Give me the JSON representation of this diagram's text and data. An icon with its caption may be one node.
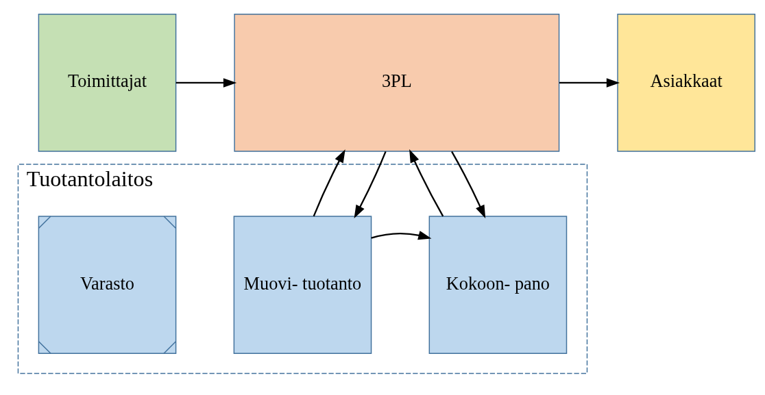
{
  "diagram": {
    "nodes": [
      {
        "text": [
          "Toimittajat"
        ]
      },
      {
        "text": [
          "3PL"
        ]
      },
      {
        "text": [
          "Asiakkaat"
        ]
      },
      {
        "text": [
          "Tuotantolaitos"
        ]
      },
      {
        "text": [
          "Varasto"
        ],
        "in": 3
      },
      {
        "text": [
          "Muovi- tuotanto"
        ],
        "in": 3
      },
      {
        "text": [
          "Kokoon- pano"
        ],
        "in": 3
      }
    ],
    "edges": [
      {
        "from": 0,
        "to": 1,
        "arrow": "to"
      },
      {
        "from": 1,
        "to": 2,
        "arrow": "to"
      },
      {
        "from": 1,
        "to": 5,
        "arrow": "to"
      },
      {
        "from": 5,
        "to": 1,
        "arrow": "to"
      },
      {
        "from": 1,
        "to": 6,
        "arrow": "to"
      },
      {
        "from": 6,
        "to": 1,
        "arrow": "to"
      },
      {
        "from": 5,
        "to": 6,
        "arrow": "to"
      }
    ]
  }
}
